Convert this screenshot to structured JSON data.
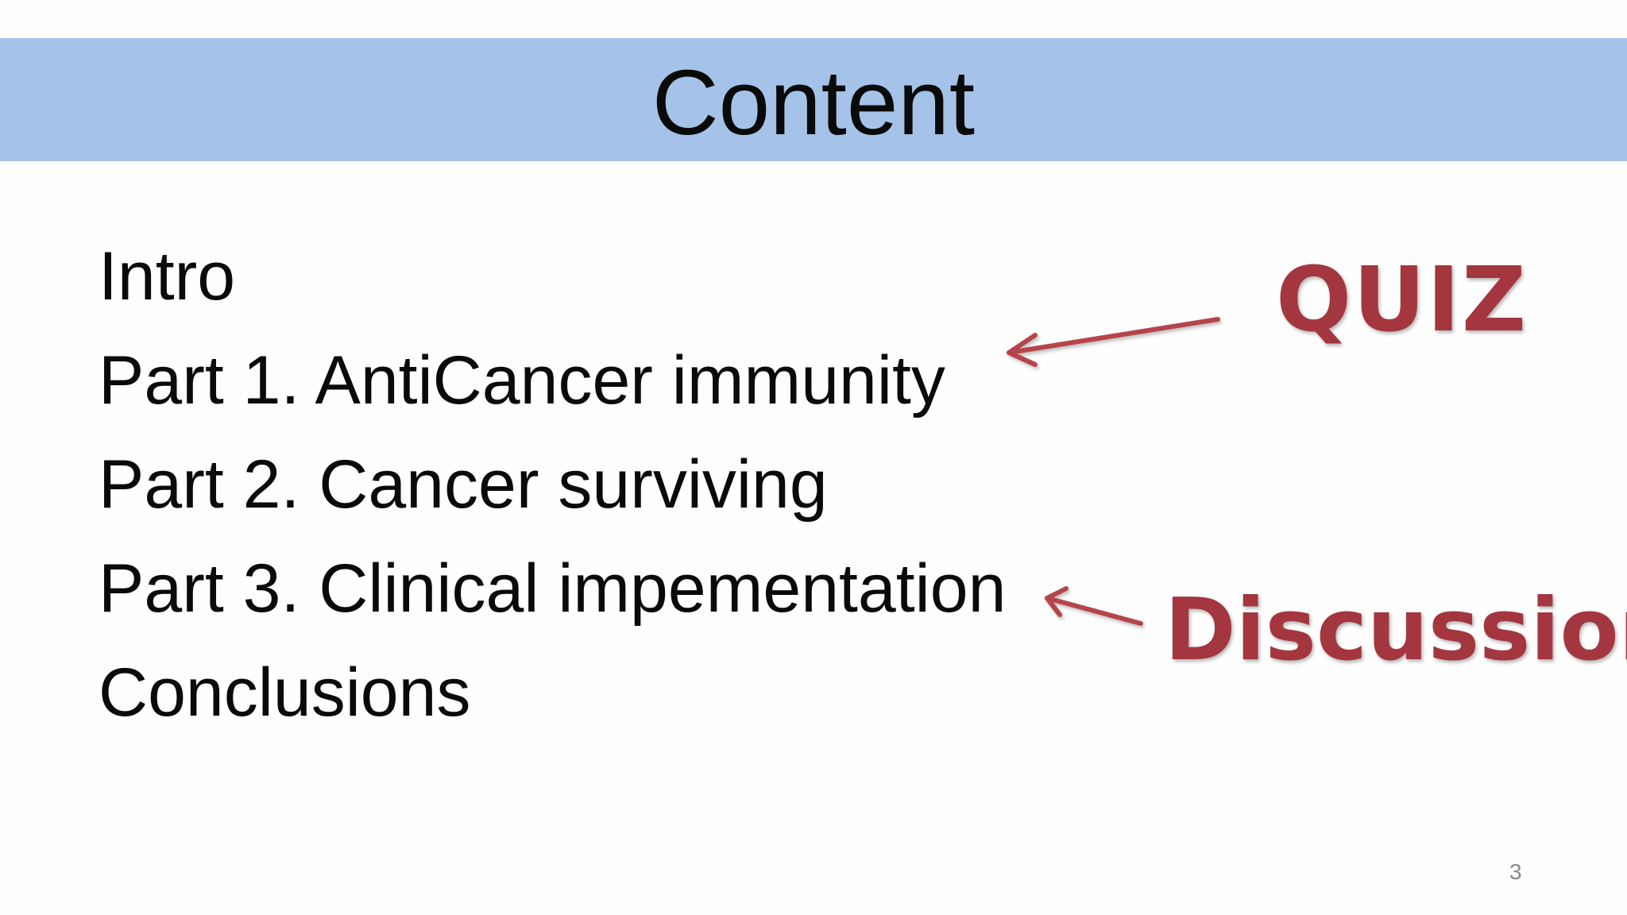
{
  "slide": {
    "title": "Content",
    "agenda": [
      "Intro",
      "Part 1. AntiCancer immunity",
      "Part 2. Cancer surviving",
      "Part 3. Clinical impementation",
      "Conclusions"
    ],
    "annotations": {
      "quiz": "QUIZ",
      "discussion": "Discussion"
    },
    "page_number": "3",
    "colors": {
      "title_band": "#a5c3e8",
      "annotation": "#a3363f",
      "text": "#0a0a0a"
    }
  }
}
